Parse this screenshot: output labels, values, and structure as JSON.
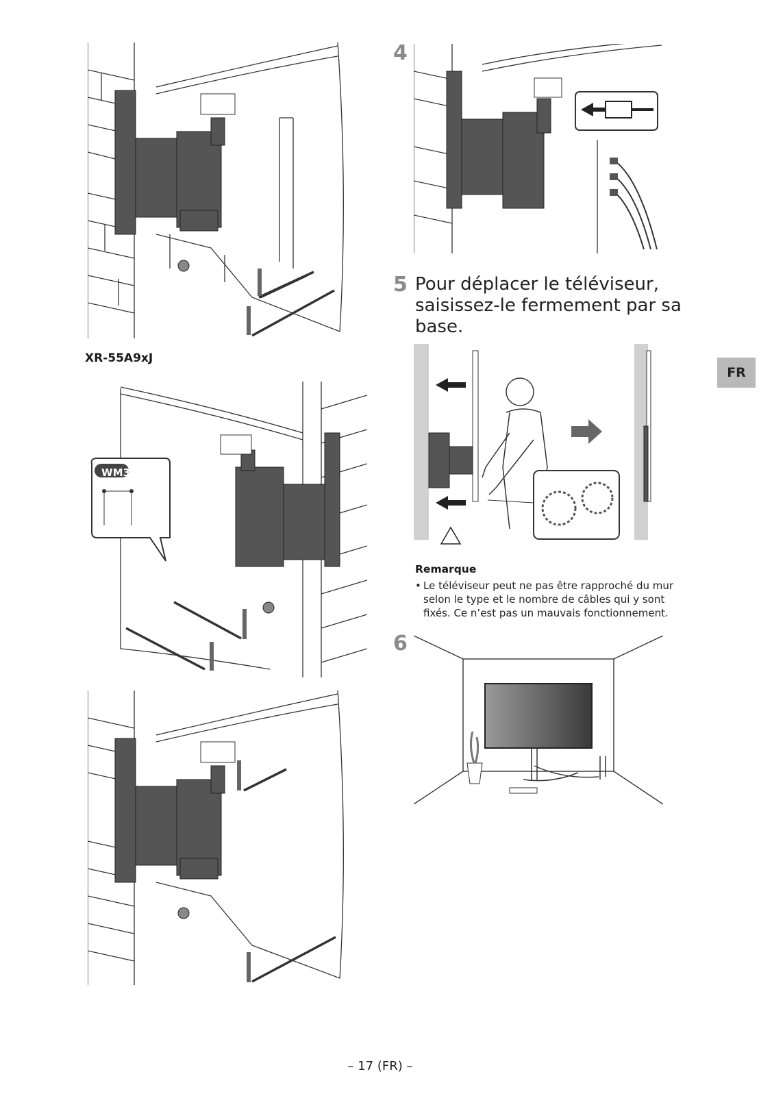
{
  "page": {
    "language_tab": "FR",
    "footer": "– 17 (FR) –"
  },
  "left_column": {
    "model_label": "XR-55A9xJ",
    "wm3_label": "WM3"
  },
  "steps": [
    {
      "number": "4"
    },
    {
      "number": "5",
      "text": [
        "Pour déplacer le téléviseur,",
        "saisissez-le fermement par sa",
        "base."
      ]
    },
    {
      "number": "6"
    }
  ],
  "note": {
    "title": "Remarque",
    "bullet": "•",
    "lines": [
      "Le téléviseur peut ne pas être rapproché du mur",
      "selon le type et le nombre de câbles qui y sont",
      "fixés. Ce n’est pas un mauvais fonctionnement."
    ]
  },
  "colors": {
    "bracket": "#555555",
    "arrow": "#333333",
    "tab_bg": "#b9b9b9",
    "step_number": "#8a8a8a"
  }
}
